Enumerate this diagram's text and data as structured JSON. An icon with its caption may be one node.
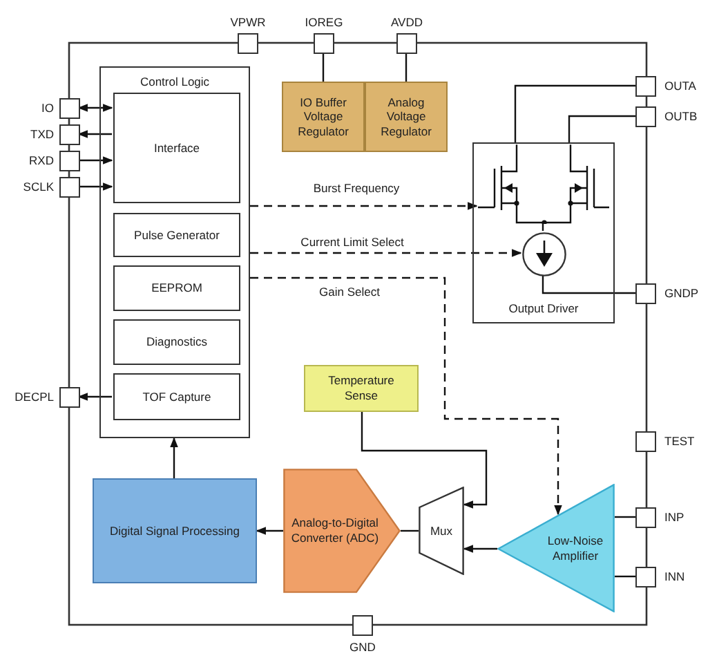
{
  "diagram": {
    "nodes": [
      {
        "text": [
          "VPWR"
        ]
      },
      {
        "text": [
          "IOREG"
        ]
      },
      {
        "text": [
          "AVDD"
        ]
      },
      {
        "text": [
          "IO"
        ]
      },
      {
        "text": [
          "TXD"
        ]
      },
      {
        "text": [
          "RXD"
        ]
      },
      {
        "text": [
          "SCLK"
        ]
      },
      {
        "text": [
          "Control Logic"
        ]
      },
      {
        "text": [
          "Interface"
        ],
        "in": 7
      },
      {
        "text": [
          "Pulse Generator"
        ],
        "in": 7
      },
      {
        "text": [
          "EEPROM"
        ],
        "in": 7
      },
      {
        "text": [
          "Diagnostics"
        ],
        "in": 7
      },
      {
        "text": [
          "TOF Capture"
        ],
        "in": 7
      },
      {
        "text": [
          "IO Buffer Voltage Regulator"
        ]
      },
      {
        "text": [
          "Analog Voltage Regulator"
        ]
      },
      {
        "text": [
          "OUTA"
        ]
      },
      {
        "text": [
          "OUTB"
        ]
      },
      {
        "text": [
          "Output Driver"
        ]
      },
      {
        "text": [],
        "shape": "circle",
        "in": 17
      },
      {
        "text": [
          "GNDP"
        ]
      },
      {
        "text": [
          "DECPL"
        ]
      },
      {
        "text": [
          "Temperature Sense"
        ]
      },
      {
        "text": [
          "TEST"
        ]
      },
      {
        "text": [
          "Digital Signal Processing"
        ]
      },
      {
        "text": [
          "Analog-to-Digital Converter (ADC)"
        ]
      },
      {
        "text": [
          "Mux"
        ]
      },
      {
        "text": [
          "Low-Noise Amplifier"
        ]
      },
      {
        "text": [
          "INP"
        ]
      },
      {
        "text": [
          "INN"
        ]
      },
      {
        "text": [
          "GND"
        ]
      },
      {
        "text": [],
        "shape": "picture",
        "in": 17
      }
    ],
    "edges": [
      {
        "from": 3,
        "to": 8,
        "arrow": "both"
      },
      {
        "from": 8,
        "to": 4,
        "arrow": "to"
      },
      {
        "from": 5,
        "to": 8,
        "arrow": "to"
      },
      {
        "from": 6,
        "to": 8,
        "arrow": "to"
      },
      {
        "from": 12,
        "to": 20,
        "arrow": "to"
      },
      {
        "from": 1,
        "to": 13,
        "arrow": "none"
      },
      {
        "from": 2,
        "to": 14,
        "arrow": "none"
      },
      {
        "from": 15,
        "to": 30,
        "arrow": "none"
      },
      {
        "from": 16,
        "to": 30,
        "arrow": "none"
      },
      {
        "from": 7,
        "to": 30,
        "arrow": "to",
        "label": "Burst Frequency",
        "style": "dashed"
      },
      {
        "from": 7,
        "to": 18,
        "arrow": "to",
        "label": "Current Limit Select",
        "style": "dashed"
      },
      {
        "from": 7,
        "to": 26,
        "arrow": "to",
        "label": "Gain Select",
        "style": "dashed"
      },
      {
        "from": 18,
        "to": 19,
        "arrow": "none"
      },
      {
        "from": 21,
        "to": 25,
        "arrow": "to"
      },
      {
        "from": 26,
        "to": 25,
        "arrow": "to"
      },
      {
        "from": 25,
        "to": 24,
        "arrow": "none"
      },
      {
        "from": 24,
        "to": 23,
        "arrow": "to"
      },
      {
        "from": 23,
        "to": 7,
        "arrow": "to"
      },
      {
        "from": 27,
        "to": 26,
        "arrow": "none"
      },
      {
        "from": 28,
        "to": 26,
        "arrow": "none"
      },
      {
        "from": 30,
        "to": 18,
        "arrow": "none"
      }
    ]
  }
}
